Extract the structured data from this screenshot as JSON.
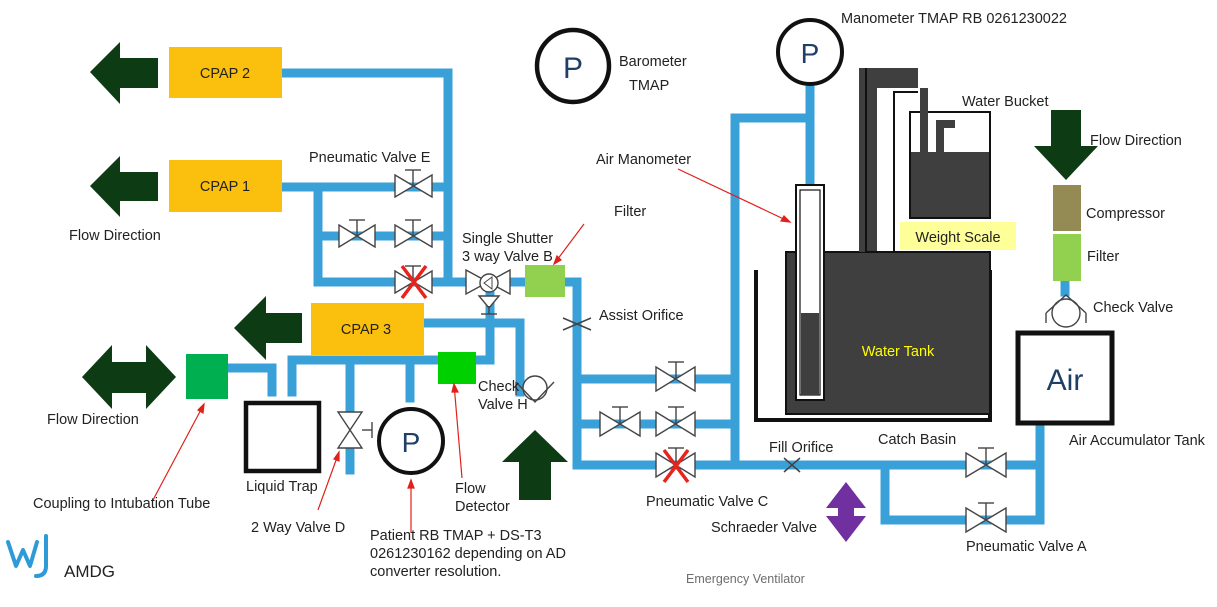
{
  "labels": {
    "cpap2": "CPAP 2",
    "cpap1": "CPAP 1",
    "cpap3": "CPAP 3",
    "flow_direction_left": "Flow Direction",
    "flow_direction_bottom": "Flow Direction",
    "flow_direction_right": "Flow Direction",
    "pneumatic_valve_e": "Pneumatic Valve E",
    "single_shutter_1": "Single Shutter",
    "single_shutter_2": "3 way Valve B",
    "filter_mid": "Filter",
    "assist_orifice": "Assist Orifice",
    "check_valve_h_1": "Check",
    "check_valve_h_2": "Valve H",
    "flow_detector_1": "Flow",
    "flow_detector_2": "Detector",
    "liquid_trap": "Liquid Trap",
    "two_way_valve_d": "2 Way Valve D",
    "coupling": "Coupling to Intubation Tube",
    "patient_1": "Patient RB TMAP + DS-T3",
    "patient_2": "0261230162 depending on AD",
    "patient_3": "converter resolution.",
    "barometer_1": "Barometer",
    "barometer_2": "TMAP",
    "manometer": "Manometer TMAP RB 0261230022",
    "air_manometer": "Air Manometer",
    "water_bucket": "Water Bucket",
    "weight_scale": "Weight Scale",
    "water_tank": "Water Tank",
    "catch_basin": "Catch Basin",
    "compressor": "Compressor",
    "filter_right": "Filter",
    "check_valve": "Check Valve",
    "air": "Air",
    "air_accumulator": "Air Accumulator Tank",
    "fill_orifice": "Fill Orifice",
    "pneumatic_valve_c": "Pneumatic Valve C",
    "schraeder_valve": "Schraeder Valve",
    "pneumatic_valve_a": "Pneumatic Valve A",
    "gauge_p": "P",
    "logo_text": "AMDG",
    "footer": "Emergency Ventilator"
  },
  "colors": {
    "pipe": "#3aa0d8",
    "cpap": "#fbbf0d",
    "arrow_green": "#0d3b14",
    "coupling_green": "#00b050",
    "flow_detector_green": "#00d000",
    "filter_green": "#92d050",
    "compressor_olive": "#948a54",
    "tank_dark": "#3f3f3f",
    "weight_scale_yellow": "#ffff99",
    "water_tank_text": "#ffff00",
    "fail_x": "#e8231b",
    "schraeder_arrow": "#7030a0",
    "logo_blue": "#2e9ad8"
  }
}
